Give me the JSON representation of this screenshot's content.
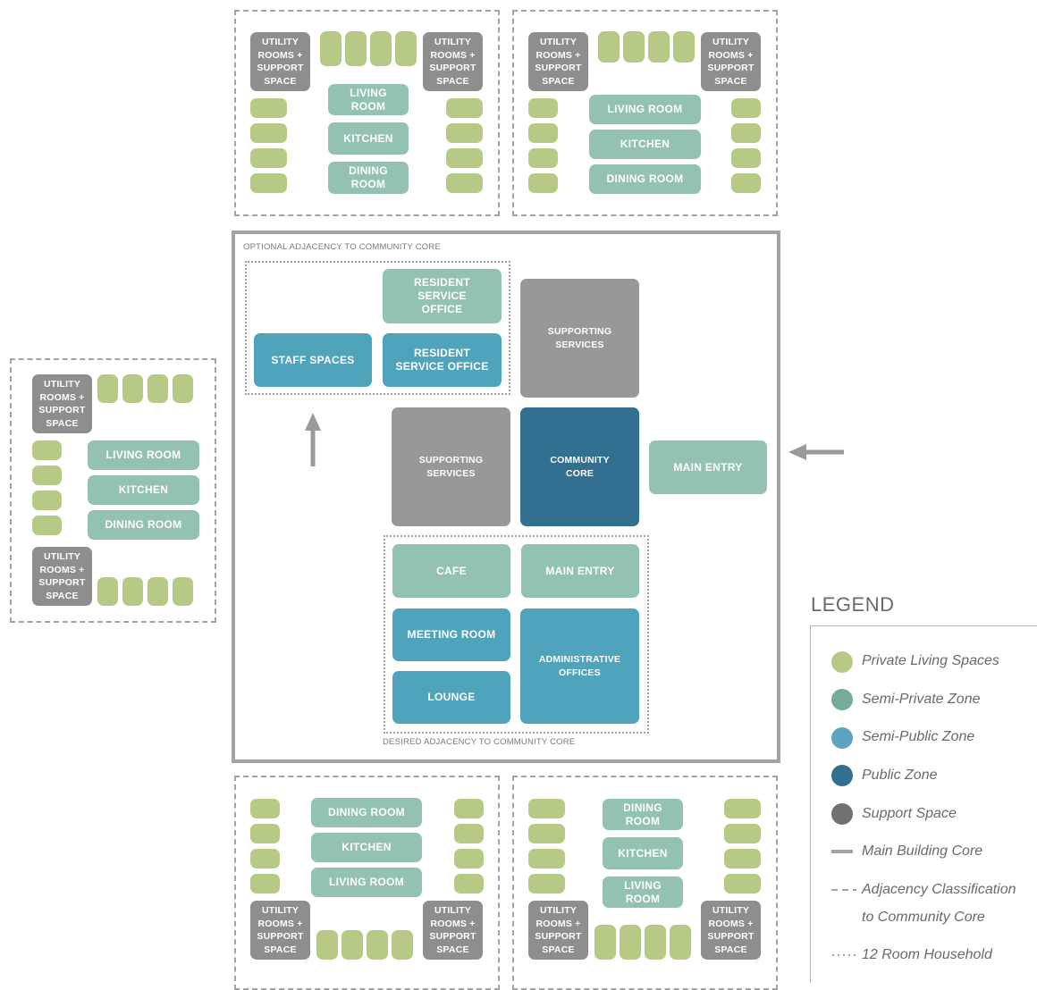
{
  "labels": {
    "utility": "UTILITY ROOMS + SUPPORT SPACE",
    "living_room": "LIVING ROOM",
    "kitchen": "KITCHEN",
    "dining_room": "DINING ROOM"
  },
  "core": {
    "optional_label": "OPTIONAL ADJACENCY TO COMMUNITY CORE",
    "desired_label": "DESIRED ADJACENCY TO COMMUNITY CORE",
    "resident_service_office_top": "RESIDENT SERVICE OFFICE",
    "resident_service_office": "RESIDENT SERVICE OFFICE",
    "staff_spaces": "STAFF SPACES",
    "supporting_services_top": "SUPPORTING SERVICES",
    "supporting_services_mid": "SUPPORTING SERVICES",
    "community_core": "COMMUNITY CORE",
    "main_entry_right": "MAIN ENTRY",
    "cafe": "CAFE",
    "main_entry_bottom": "MAIN ENTRY",
    "meeting_room": "MEETING ROOM",
    "lounge": "LOUNGE",
    "administrative_offices": "ADMINISTRATIVE OFFICES"
  },
  "legend": {
    "title": "LEGEND",
    "items": [
      {
        "label": "Private Living Spaces",
        "color": "#b6c985"
      },
      {
        "label": "Semi-Private Zone",
        "color": "#75ac98"
      },
      {
        "label": "Semi-Public Zone",
        "color": "#5ea4c0"
      },
      {
        "label": "Public Zone",
        "color": "#336f8f"
      },
      {
        "label": "Support Space",
        "color": "#717171"
      },
      {
        "label": "Main Building Core"
      },
      {
        "label": "Adjacency Classification"
      },
      {
        "label": "to Community Core"
      },
      {
        "label": "12 Room Household"
      }
    ]
  },
  "colors": {
    "private": "#b6c985",
    "semi_private": "#94c2b2",
    "semi_public": "#4fa4bb",
    "public": "#336f8f",
    "support": "#96989a",
    "outline": "#a3a3a3"
  }
}
